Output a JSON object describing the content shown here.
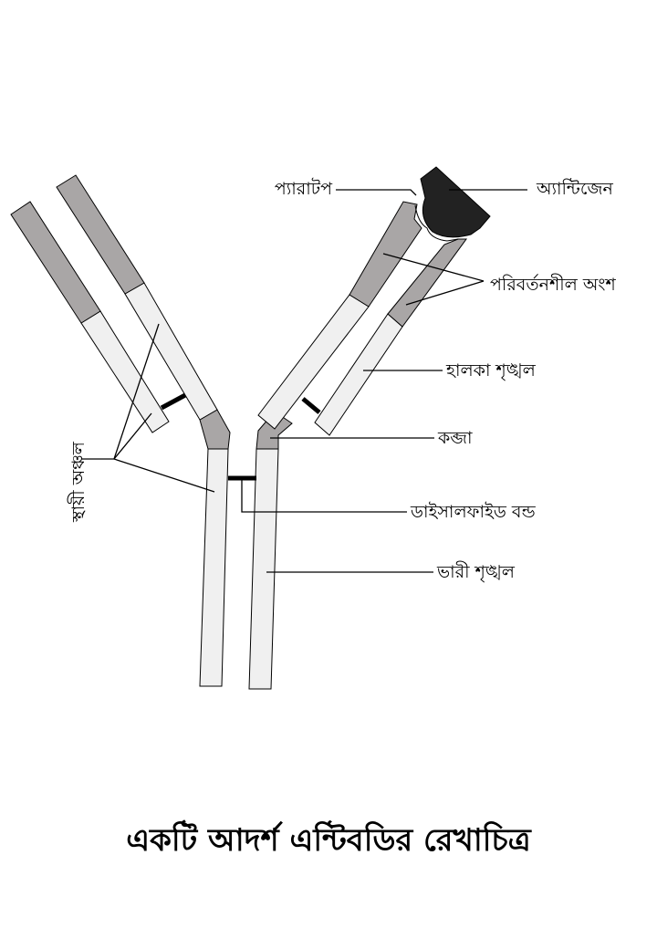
{
  "labels": {
    "paratope": "প্যারাটপ",
    "antigen": "অ্যান্টিজেন",
    "variable_region": "পরিবর্তনশীল অংশ",
    "light_chain": "হালকা শৃঙ্খল",
    "hinge": "কব্জা",
    "disulfide_bond": "ডাইসালফাইড বন্ড",
    "heavy_chain": "ভারী শৃঙ্খল",
    "constant_region": "স্থায়ী অঞ্চল"
  },
  "caption": "একটি আদর্শ এন্টিবডির রেখাচিত্র",
  "colors": {
    "variable": "#a9a6a6",
    "constant": "#f0f0f0",
    "antigen": "#222222",
    "outline": "#000000"
  }
}
